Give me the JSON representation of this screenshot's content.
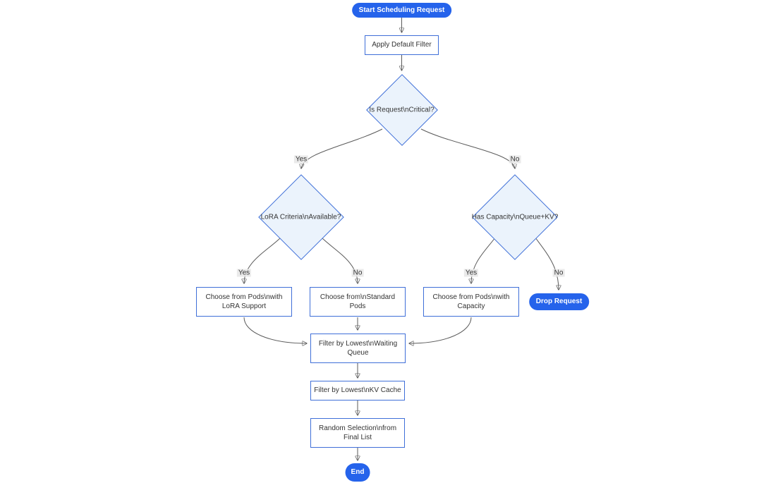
{
  "diagram_type": "flowchart",
  "nodes": {
    "start": {
      "label": "Start Scheduling Request",
      "shape": "terminal"
    },
    "apply_default_filter": {
      "label": "Apply Default Filter",
      "shape": "process"
    },
    "is_request_critical": {
      "label": "Is Request\\nCritical?",
      "shape": "decision"
    },
    "lora_criteria_available": {
      "label": "LoRA Criteria\\nAvailable?",
      "shape": "decision"
    },
    "has_capacity_queue_kv": {
      "label": "Has Capacity\\nQueue+KV?",
      "shape": "decision"
    },
    "choose_pods_lora": {
      "label": "Choose from Pods\\nwith LoRA Support",
      "shape": "process"
    },
    "choose_standard_pods": {
      "label": "Choose from\\nStandard Pods",
      "shape": "process"
    },
    "choose_pods_capacity": {
      "label": "Choose from Pods\\nwith Capacity",
      "shape": "process"
    },
    "drop_request": {
      "label": "Drop Request",
      "shape": "terminal"
    },
    "filter_waiting_queue": {
      "label": "Filter by Lowest\\nWaiting Queue",
      "shape": "process"
    },
    "filter_kv_cache": {
      "label": "Filter by Lowest\\nKV Cache",
      "shape": "process"
    },
    "random_selection": {
      "label": "Random Selection\\nfrom Final List",
      "shape": "process"
    },
    "end": {
      "label": "End",
      "shape": "terminal"
    }
  },
  "edges": [
    {
      "from": "start",
      "to": "apply_default_filter",
      "label": ""
    },
    {
      "from": "apply_default_filter",
      "to": "is_request_critical",
      "label": ""
    },
    {
      "from": "is_request_critical",
      "to": "lora_criteria_available",
      "label": "Yes"
    },
    {
      "from": "is_request_critical",
      "to": "has_capacity_queue_kv",
      "label": "No"
    },
    {
      "from": "lora_criteria_available",
      "to": "choose_pods_lora",
      "label": "Yes"
    },
    {
      "from": "lora_criteria_available",
      "to": "choose_standard_pods",
      "label": "No"
    },
    {
      "from": "has_capacity_queue_kv",
      "to": "choose_pods_capacity",
      "label": "Yes"
    },
    {
      "from": "has_capacity_queue_kv",
      "to": "drop_request",
      "label": "No"
    },
    {
      "from": "choose_pods_lora",
      "to": "filter_waiting_queue",
      "label": ""
    },
    {
      "from": "choose_standard_pods",
      "to": "filter_waiting_queue",
      "label": ""
    },
    {
      "from": "choose_pods_capacity",
      "to": "filter_waiting_queue",
      "label": ""
    },
    {
      "from": "filter_waiting_queue",
      "to": "filter_kv_cache",
      "label": ""
    },
    {
      "from": "filter_kv_cache",
      "to": "random_selection",
      "label": ""
    },
    {
      "from": "random_selection",
      "to": "end",
      "label": ""
    }
  ],
  "colors": {
    "terminal_fill": "#2563eb",
    "terminal_text": "#ffffff",
    "process_fill": "#ffffff",
    "process_border": "#3f6fd8",
    "decision_fill": "#ebf3fc",
    "decision_border": "#3f6fd8",
    "edge_line": "#5a5a5a",
    "arrowhead": "#333333",
    "edge_label_background": "#e8e8e8",
    "text": "#333333",
    "background": "#ffffff"
  }
}
